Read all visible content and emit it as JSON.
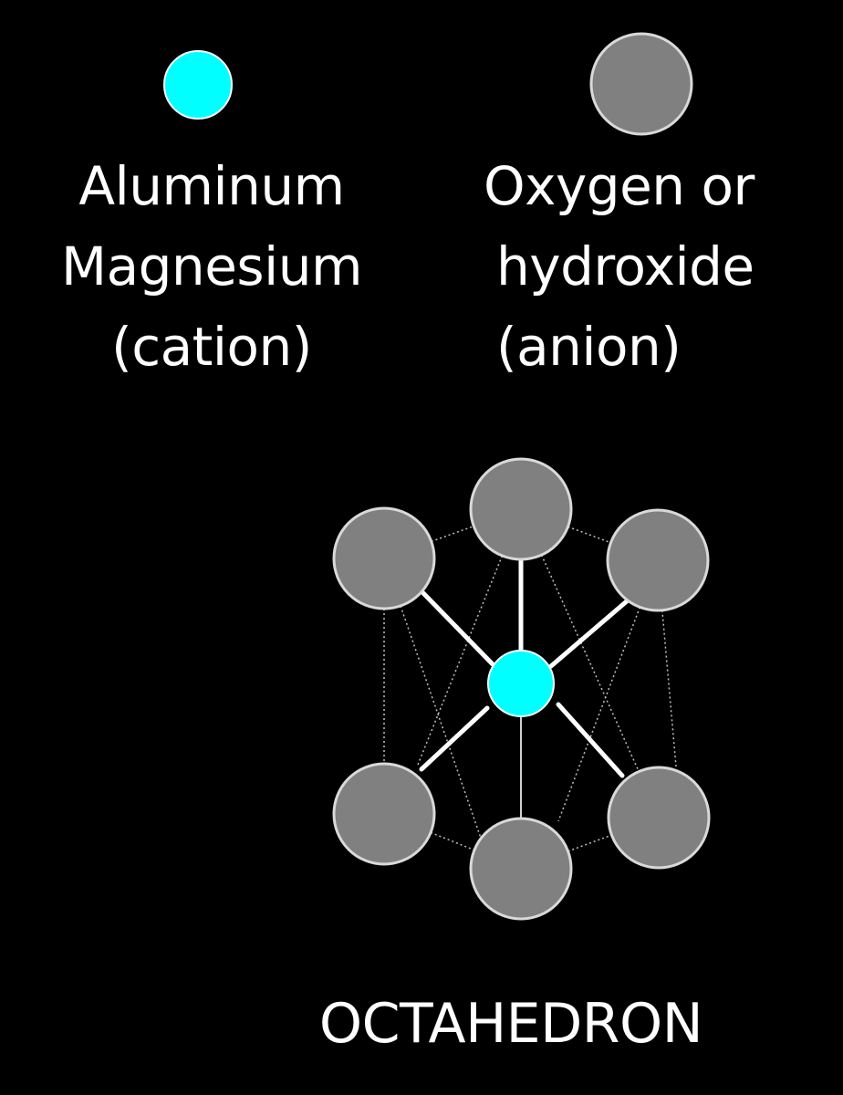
{
  "legend": {
    "cation": {
      "lines": [
        "Aluminum",
        "Magnesium",
        "(cation)"
      ],
      "color": "#00FFFF"
    },
    "anion": {
      "lines": [
        "Oxygen or",
        "hydroxide",
        "(anion)"
      ],
      "color": "#808080"
    }
  },
  "caption": "OCTAHEDRON",
  "colors": {
    "background": "#000000",
    "text": "#FFFFFF",
    "atom_outline": "#D9D9D9",
    "bond": "#FFFFFF"
  }
}
